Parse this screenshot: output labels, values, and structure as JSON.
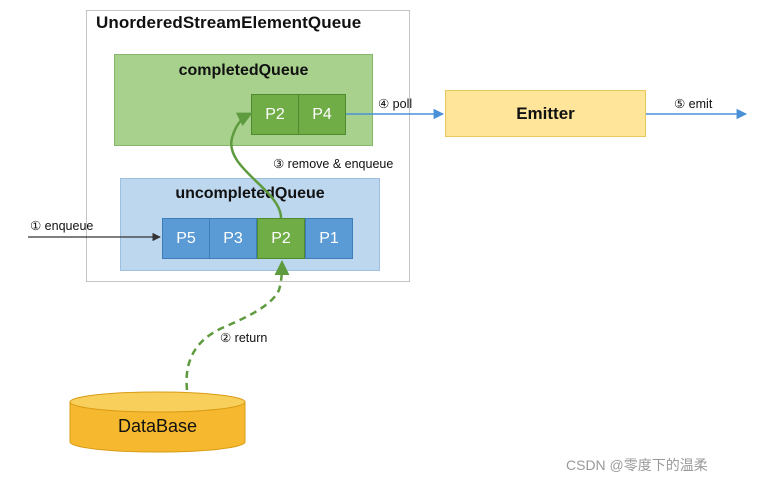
{
  "outer_queue": {
    "title": "UnorderedStreamElementQueue"
  },
  "completed_queue": {
    "title": "completedQueue",
    "items": [
      "P2",
      "P4"
    ]
  },
  "uncompleted_queue": {
    "title": "uncompletedQueue",
    "items": [
      "P5",
      "P3",
      "P2",
      "P1"
    ]
  },
  "emitter": {
    "label": "Emitter"
  },
  "database": {
    "label": "DataBase"
  },
  "steps": {
    "enqueue": "① enqueue",
    "return": "② return",
    "remove_enqueue": "③ remove & enqueue",
    "poll": "④ poll",
    "emit": "⑤ emit"
  },
  "watermark": "CSDN @零度下的温柔",
  "colors": {
    "completed_bg": "#a9d18e",
    "uncompleted_bg": "#bdd7ee",
    "green_cell": "#70ad47",
    "blue_cell": "#5b9bd5",
    "emitter_bg": "#fee599",
    "database_bg": "#f5b82e",
    "arrow_blue": "#4a90d9",
    "arrow_green": "#5e9a3e"
  }
}
